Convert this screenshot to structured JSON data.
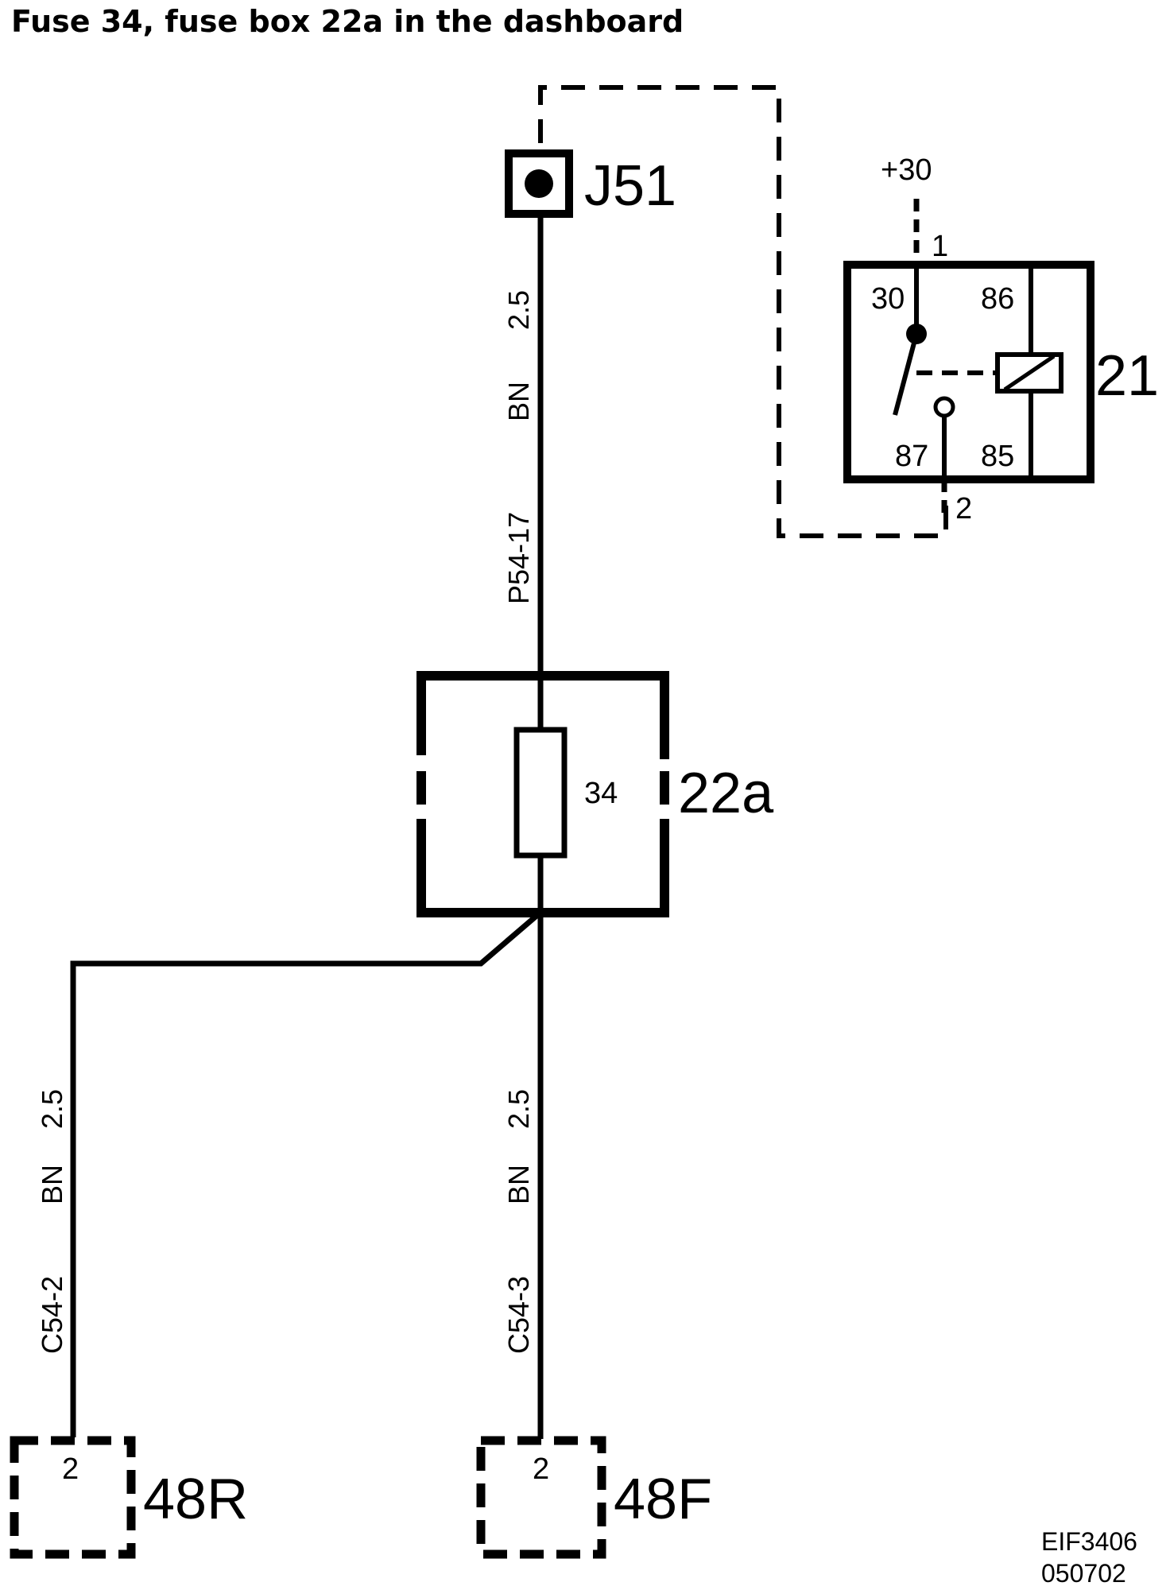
{
  "title": "Fuse 34, fuse box 22a in the dashboard",
  "connector": {
    "label": "J51"
  },
  "relay": {
    "label": "21",
    "supply": "+30",
    "pins": {
      "p30": "30",
      "p86": "86",
      "p87": "87",
      "p85": "85"
    },
    "terminal_top": "1",
    "terminal_bottom": "2"
  },
  "wire_top": {
    "size": "2.5",
    "color": "BN",
    "id": "P54-17"
  },
  "fusebox": {
    "label": "22a",
    "fuse_number": "34"
  },
  "wire_left": {
    "size": "2.5",
    "color": "BN",
    "id": "C54-2"
  },
  "wire_right": {
    "size": "2.5",
    "color": "BN",
    "id": "C54-3"
  },
  "comp_left": {
    "label": "48R",
    "pin": "2"
  },
  "comp_right": {
    "label": "48F",
    "pin": "2"
  },
  "footer": {
    "code": "EIF3406",
    "date": "050702"
  }
}
